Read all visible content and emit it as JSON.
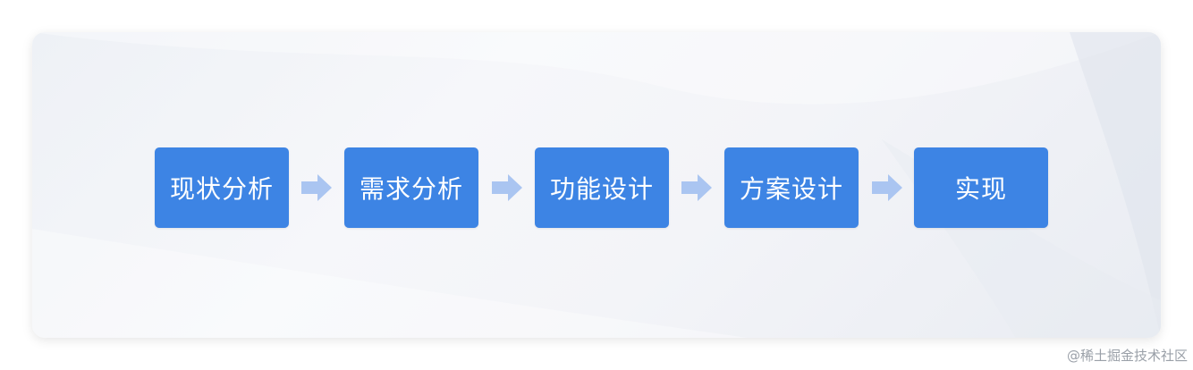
{
  "steps": [
    {
      "label": "现状分析"
    },
    {
      "label": "需求分析"
    },
    {
      "label": "功能设计"
    },
    {
      "label": "方案设计"
    },
    {
      "label": "实现"
    }
  ],
  "arrow_icon": "right-arrow-icon",
  "colors": {
    "step_fill": "#3d84e4",
    "arrow_fill": "#aac5f1",
    "card_bg": "#f3f4f8"
  },
  "watermark": "@稀土掘金技术社区"
}
